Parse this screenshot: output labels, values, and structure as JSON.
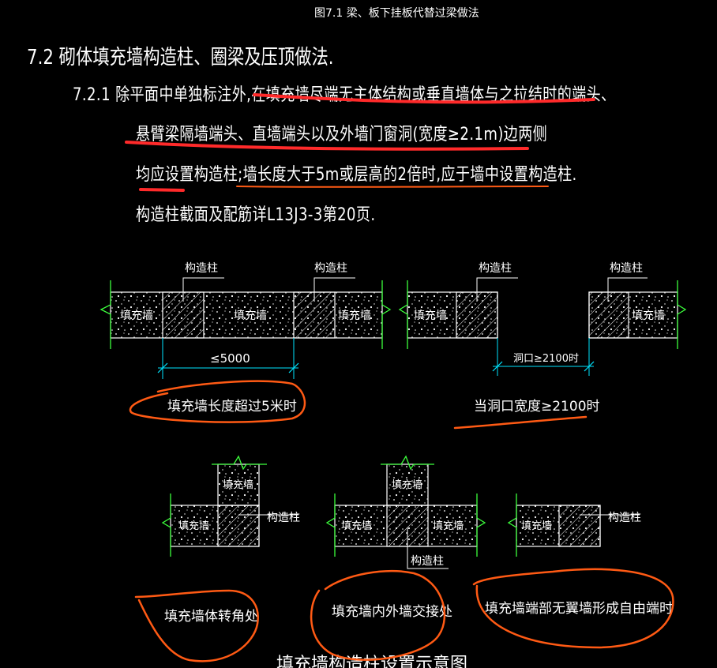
{
  "header": {
    "figure_caption": "图7.1   梁、板下挂板代替过梁做法"
  },
  "section": {
    "heading": "7.2  砌体填充墙构造柱、圈梁及压顶做法."
  },
  "clause": {
    "line1": "7.2.1  除平面中单独标注外,在填充墙尽端无主体结构或垂直墙体与之拉结时的端头、",
    "line2": "悬臂梁隔墙端头、直墙端头以及外墙门窗洞(宽度≥2.1m)边两侧",
    "line3": "均应设置构造柱;墙长度大于5m或层高的2倍时,应于墙中设置构造柱.",
    "line4": "构造柱截面及配筋详L13J3-3第20页."
  },
  "diagrams": {
    "col_label": "构造柱",
    "wall_label": "填充墙",
    "dim_5000": "≤5000",
    "dim_opening": "洞口≥2100时",
    "note_long_wall": "填充墙长度超过5米时",
    "note_opening": "当洞口宽度≥2100时",
    "note_corner": "填充墙体转角处",
    "note_tjunction": "填充墙内外墙交接处",
    "note_free_end": "填充墙端部无翼墙形成自由端时",
    "bottom_caption": "填充墙构造柱设置示意图"
  },
  "colors": {
    "background": "#000000",
    "text": "#ffffff",
    "annotation_red": "#ff2a2a",
    "annotation_orange": "#ff5a14",
    "dimension_cyan": "#00e5ff",
    "break_line_green": "#3cff3c"
  }
}
